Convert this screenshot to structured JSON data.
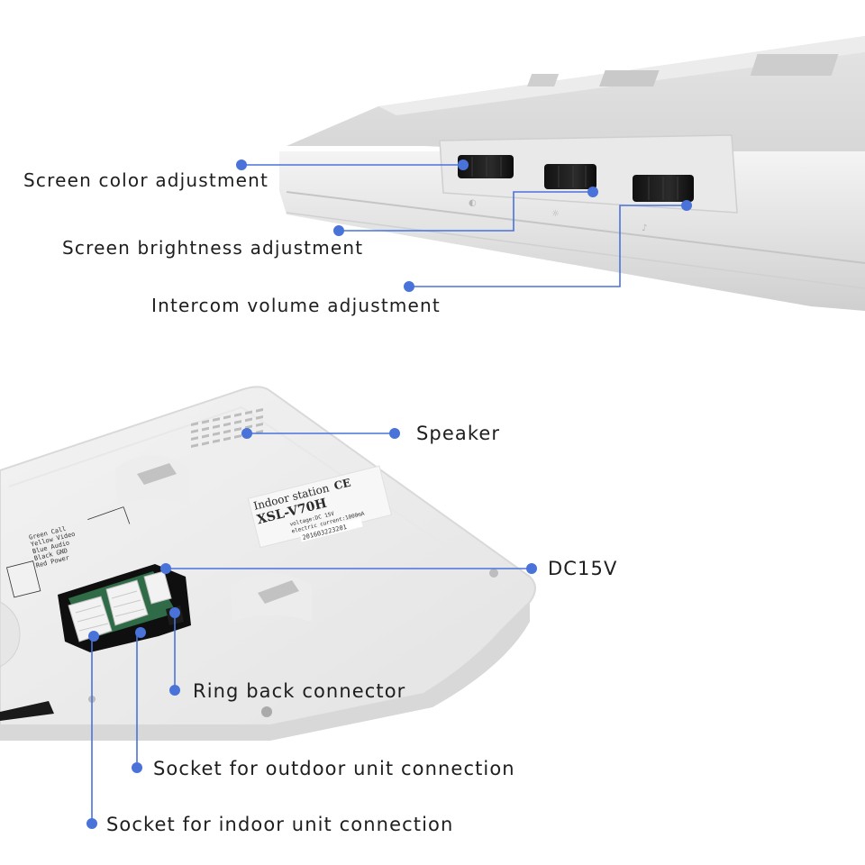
{
  "accent_color": "#4a73d9",
  "top_view": {
    "labels": {
      "color": "Screen color adjustment",
      "brightness": "Screen brightness adjustment",
      "volume": "Intercom volume adjustment"
    }
  },
  "back_view": {
    "labels": {
      "speaker": "Speaker",
      "dc": "DC15V",
      "ringback": "Ring back connector",
      "outdoor": "Socket for outdoor unit connection",
      "indoor": "Socket for indoor unit connection"
    },
    "sticker": {
      "heading": "Indoor station",
      "model": "XSL-V70H",
      "mark": "CE",
      "voltage": "voltage:DC 15V",
      "current": "electric current:1000mA",
      "serial": "201603223201"
    },
    "wiring_legend": [
      "Green Call",
      "Yellow Video",
      "Blue Audio",
      "Black GND",
      "Red Power"
    ]
  }
}
